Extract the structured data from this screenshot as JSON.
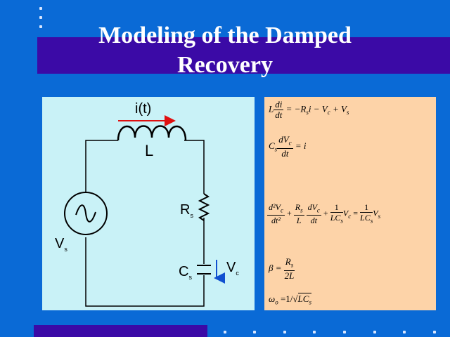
{
  "slide": {
    "title_line1": "Modeling of the Damped",
    "title_line2": "Recovery"
  },
  "circuit": {
    "current_label": "i(t)",
    "inductor_label": "L",
    "resistor_label": "R",
    "resistor_sub": "s",
    "source_label": "V",
    "source_sub": "s",
    "capacitor_label": "C",
    "capacitor_sub": "s",
    "cap_voltage_label": "V",
    "cap_voltage_sub": "c",
    "colors": {
      "wire": "#000000",
      "arrow": "#e01010",
      "voltage_arrow": "#1050d0"
    }
  },
  "equations": {
    "eq1": {
      "lhs_coef": "L",
      "num": "di",
      "den": "dt",
      "rhs": "= −R",
      "rhs_sub": "s",
      "rhs2": "i − V",
      "rhs2_sub": "c",
      "rhs3": " + V",
      "rhs3_sub": "s"
    },
    "eq2": {
      "lhs_coef": "C",
      "lhs_sub": "s",
      "num": "dV",
      "num_sub": "c",
      "den": "dt",
      "rhs": "= i"
    },
    "eq3": {
      "t1_num": "d²V",
      "t1_num_sub": "c",
      "t1_den": "dt²",
      "plus1": "+",
      "t2_num": "R",
      "t2_num_sub": "s",
      "t2_den": "L",
      "t3_num": "dV",
      "t3_num_sub": "c",
      "t3_den": "dt",
      "plus2": "+",
      "t4_num": "1",
      "t4_den": "LC",
      "t4_den_sub": "s",
      "t4_var": "V",
      "t4_var_sub": "c",
      "eqsign": "=",
      "t5_num": "1",
      "t5_den": "LC",
      "t5_den_sub": "s",
      "t5_var": "V",
      "t5_var_sub": "s"
    },
    "eq4": {
      "lhs": "β =",
      "num": "R",
      "num_sub": "s",
      "den": "2L"
    },
    "eq5": {
      "lhs": "ω",
      "lhs_sub": "o",
      "rhs": " =1",
      "slash": "/",
      "sqrt": "√",
      "under": "LC",
      "under_sub": "s"
    }
  },
  "colors": {
    "background": "#0a6ad6",
    "band": "#3b0aa6",
    "circuit_panel": "#c9f2f7",
    "equation_panel": "#fdd3a8"
  }
}
